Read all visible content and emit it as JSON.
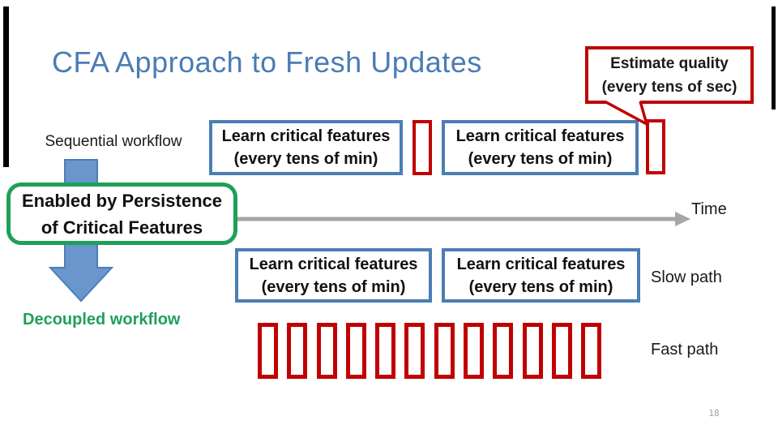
{
  "slide": {
    "title": "CFA Approach to Fresh Updates",
    "page_number": "18"
  },
  "callout": {
    "line1": "Estimate quality",
    "line2": "(every tens of sec)"
  },
  "learn_box": {
    "line1": "Learn critical features",
    "line2": "(every tens of min)"
  },
  "sequential": {
    "label": "Sequential workflow"
  },
  "enabled_box": {
    "line1": "Enabled by Persistence",
    "line2": "of Critical Features"
  },
  "timeline": {
    "label": "Time"
  },
  "decoupled": {
    "label": "Decoupled workflow"
  },
  "paths": {
    "slow": "Slow path",
    "fast": "Fast path"
  },
  "fast_path": {
    "marker_count": 12
  },
  "colors": {
    "title_blue": "#4A7CB5",
    "box_blue": "#4A7EB5",
    "accent_red": "#C00000",
    "accent_green": "#1FA05A",
    "arrow_fill": "#6A96CC",
    "arrow_stroke": "#4A7EBB",
    "timeline_gray": "#A6A6A6",
    "page_number_gray": "#9E9E9E"
  }
}
